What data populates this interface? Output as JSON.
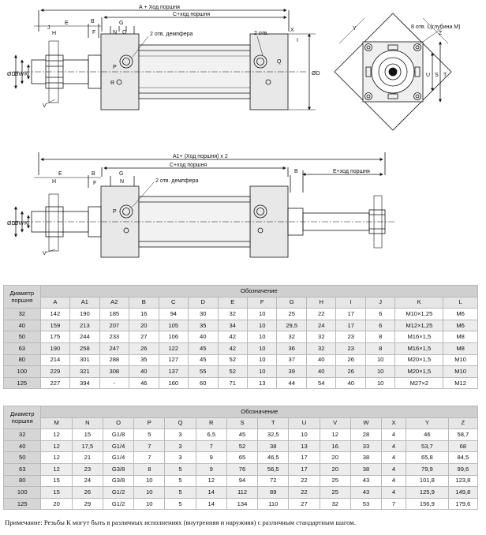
{
  "drawing_labels": {
    "top_overall": "А + Ход поршня",
    "top_c": "С+ход поршня",
    "label_A1": "А1+ (Ход поршня) х 2",
    "mid_c": "С+ход поршня",
    "mid_e": "Е+ход поршня",
    "damper_top": "2 отв. демпфера",
    "damper_mid": "2 отв. демпфера",
    "two_holes": "2 отв.",
    "eight_holes": "8 отв. L(глубина М)",
    "letters": {
      "B": "B",
      "E": "E",
      "F": "F",
      "G": "G",
      "H": "H",
      "J": "J",
      "N": "N",
      "O": "O",
      "P": "P",
      "Q": "Q",
      "R": "R",
      "S": "S",
      "T": "T",
      "U": "U",
      "V": "V",
      "W": "W",
      "X": "X",
      "Y": "Y",
      "Z": "Z",
      "K": "K",
      "D": "ØD",
      "DW": "ØW",
      "DV": "ØV",
      "I": "I",
      "D2": "ØD"
    }
  },
  "table1": {
    "group_title": "Обозначение",
    "row_header": "Диаметр поршня",
    "columns": [
      "A",
      "A1",
      "A2",
      "B",
      "C",
      "D",
      "E",
      "F",
      "G",
      "H",
      "I",
      "J",
      "K",
      "L"
    ],
    "rows": [
      {
        "d": "32",
        "v": [
          "142",
          "190",
          "185",
          "16",
          "94",
          "30",
          "32",
          "10",
          "25",
          "22",
          "17",
          "6",
          "M10×1,25",
          "M6"
        ]
      },
      {
        "d": "40",
        "v": [
          "159",
          "213",
          "207",
          "20",
          "105",
          "35",
          "34",
          "10",
          "29,5",
          "24",
          "17",
          "6",
          "M12×1,25",
          "M6"
        ]
      },
      {
        "d": "50",
        "v": [
          "175",
          "244",
          "233",
          "27",
          "106",
          "40",
          "42",
          "10",
          "32",
          "32",
          "23",
          "8",
          "M16×1,5",
          "M8"
        ]
      },
      {
        "d": "63",
        "v": [
          "190",
          "258",
          "247",
          "26",
          "122",
          "45",
          "42",
          "10",
          "36",
          "32",
          "23",
          "8",
          "M16×1,5",
          "M8"
        ]
      },
      {
        "d": "80",
        "v": [
          "214",
          "301",
          "288",
          "35",
          "127",
          "45",
          "52",
          "10",
          "37",
          "40",
          "26",
          "10",
          "M20×1,5",
          "M10"
        ]
      },
      {
        "d": "100",
        "v": [
          "229",
          "321",
          "308",
          "40",
          "137",
          "55",
          "52",
          "10",
          "39",
          "40",
          "26",
          "10",
          "M20×1,5",
          "M10"
        ]
      },
      {
        "d": "125",
        "v": [
          "227",
          "394",
          "-",
          "46",
          "160",
          "60",
          "71",
          "13",
          "44",
          "54",
          "40",
          "10",
          "M27×2",
          "M12"
        ]
      }
    ]
  },
  "table2": {
    "group_title": "Обозначение",
    "row_header": "Диаметр поршня",
    "columns": [
      "M",
      "N",
      "O",
      "P",
      "Q",
      "R",
      "S",
      "T",
      "U",
      "V",
      "W",
      "X",
      "Y",
      "Z"
    ],
    "rows": [
      {
        "d": "32",
        "v": [
          "12",
          "15",
          "G1/8",
          "5",
          "3",
          "6,5",
          "45",
          "32,5",
          "10",
          "12",
          "28",
          "4",
          "46",
          "58,7"
        ]
      },
      {
        "d": "40",
        "v": [
          "12",
          "17,5",
          "G1/4",
          "7",
          "3",
          "7",
          "52",
          "38",
          "13",
          "16",
          "33",
          "4",
          "53,7",
          "68"
        ]
      },
      {
        "d": "50",
        "v": [
          "12",
          "21",
          "G1/4",
          "7",
          "3",
          "9",
          "65",
          "46,5",
          "17",
          "20",
          "38",
          "4",
          "65,8",
          "84,5"
        ]
      },
      {
        "d": "63",
        "v": [
          "12",
          "23",
          "G3/8",
          "8",
          "5",
          "9",
          "76",
          "56,5",
          "17",
          "20",
          "38",
          "4",
          "79,9",
          "99,6"
        ]
      },
      {
        "d": "80",
        "v": [
          "15",
          "24",
          "G3/8",
          "10",
          "5",
          "12",
          "94",
          "72",
          "22",
          "25",
          "43",
          "4",
          "101,8",
          "123,8"
        ]
      },
      {
        "d": "100",
        "v": [
          "15",
          "26",
          "G1/2",
          "10",
          "5",
          "14",
          "112",
          "89",
          "22",
          "25",
          "43",
          "4",
          "125,9",
          "149,8"
        ]
      },
      {
        "d": "125",
        "v": [
          "20",
          "29",
          "G1/2",
          "10",
          "5",
          "14",
          "134",
          "110",
          "27",
          "32",
          "53",
          "7",
          "156,9",
          "179,6"
        ]
      }
    ]
  },
  "note": "Примечание: Резьбы К могут быть в различных исполнениях (внутренняя и наружняя) с различным стандартным шагом."
}
